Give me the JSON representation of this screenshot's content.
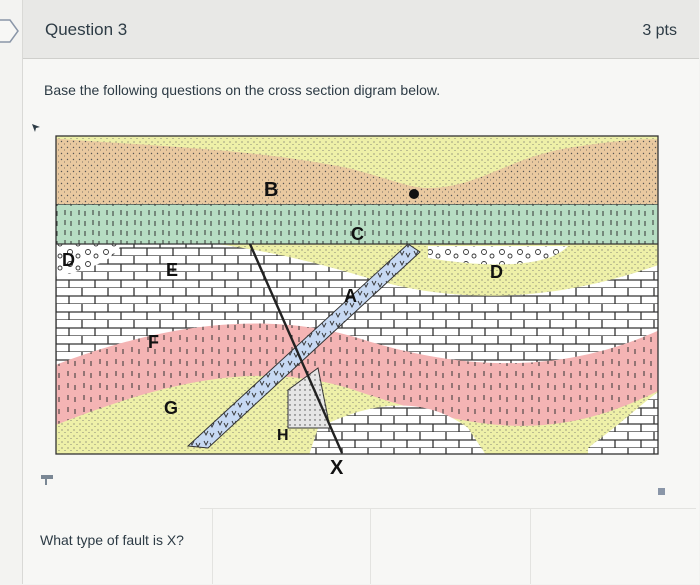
{
  "question": {
    "title": "Question 3",
    "points": "3 pts",
    "prompt": "Base the following questions on the cross section digram below.",
    "sub_question": "What type of fault is X?"
  },
  "diagram": {
    "labels": {
      "B": "B",
      "C": "C",
      "D_left": "D",
      "D_right": "D",
      "E": "E",
      "F": "F",
      "G": "G",
      "A": "A",
      "H": "H",
      "X": "X"
    }
  },
  "colors": {
    "sandstone_top": "#e9c9a0",
    "shale_green": "#b7ddc3",
    "limestone": "#ffffff",
    "pink_shale": "#f4b4b4",
    "yellow_sand": "#eef0a8",
    "dike_blue": "#c7d9f3"
  }
}
